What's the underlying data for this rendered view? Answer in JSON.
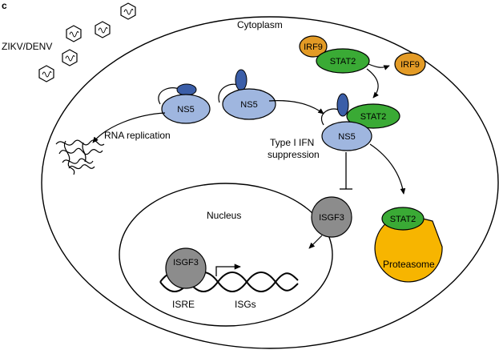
{
  "panel_letter": "c",
  "labels": {
    "cytoplasm": "Cytoplasm",
    "virus": "ZIKV/DENV",
    "rna_replication": "RNA replication",
    "ifn_line1": "Type I IFN",
    "ifn_line2": "suppression",
    "nucleus": "Nucleus",
    "proteasome": "Proteasome",
    "isre": "ISRE",
    "isgs": "ISGs"
  },
  "molecules": {
    "ns5": "NS5",
    "irf9": "IRF9",
    "stat2": "STAT2",
    "isgf3": "ISGF3"
  },
  "colors": {
    "ns5_light": "#9fb6df",
    "ns5_dark": "#3b5ea8",
    "stat2": "#3aaa35",
    "irf9": "#e39b26",
    "isgf3": "#8c8c8c",
    "proteasome": "#f7b500",
    "outline": "#000000"
  }
}
